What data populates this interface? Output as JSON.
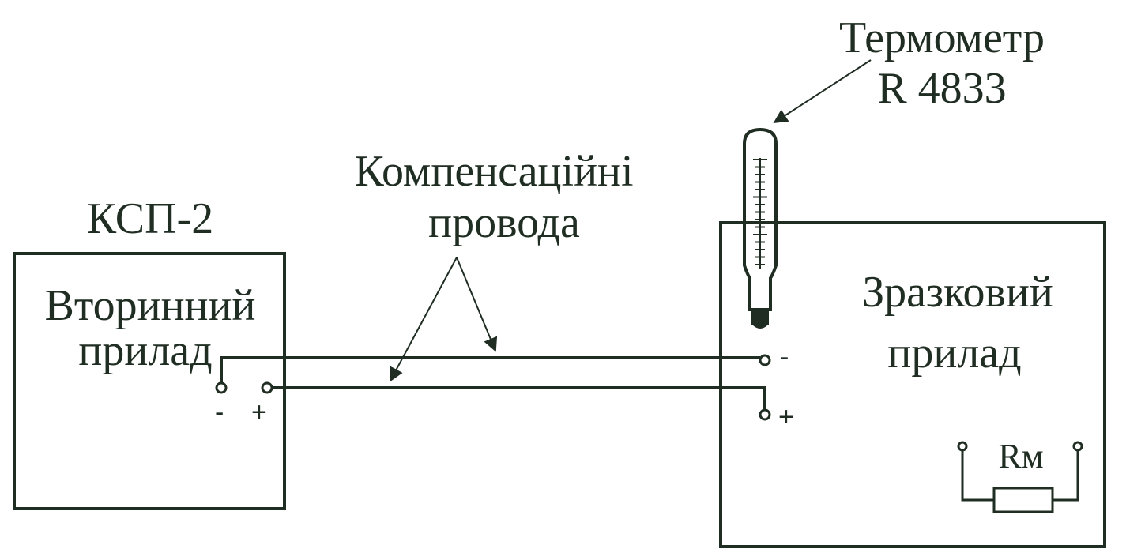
{
  "labels": {
    "ksp": "КСП-2",
    "secondary_line1": "Вторинний",
    "secondary_line2": "прилад",
    "wires_line1": "Компенсаційні",
    "wires_line2": "провода",
    "thermometer_line1": "Термометр",
    "thermometer_line2": "R 4833",
    "reference_line1": "Зразковий",
    "reference_line2": "прилад",
    "resistor": "Rм",
    "minus": "-",
    "plus": "+"
  },
  "colors": {
    "ink": "#1f2d22",
    "background": "#ffffff"
  }
}
